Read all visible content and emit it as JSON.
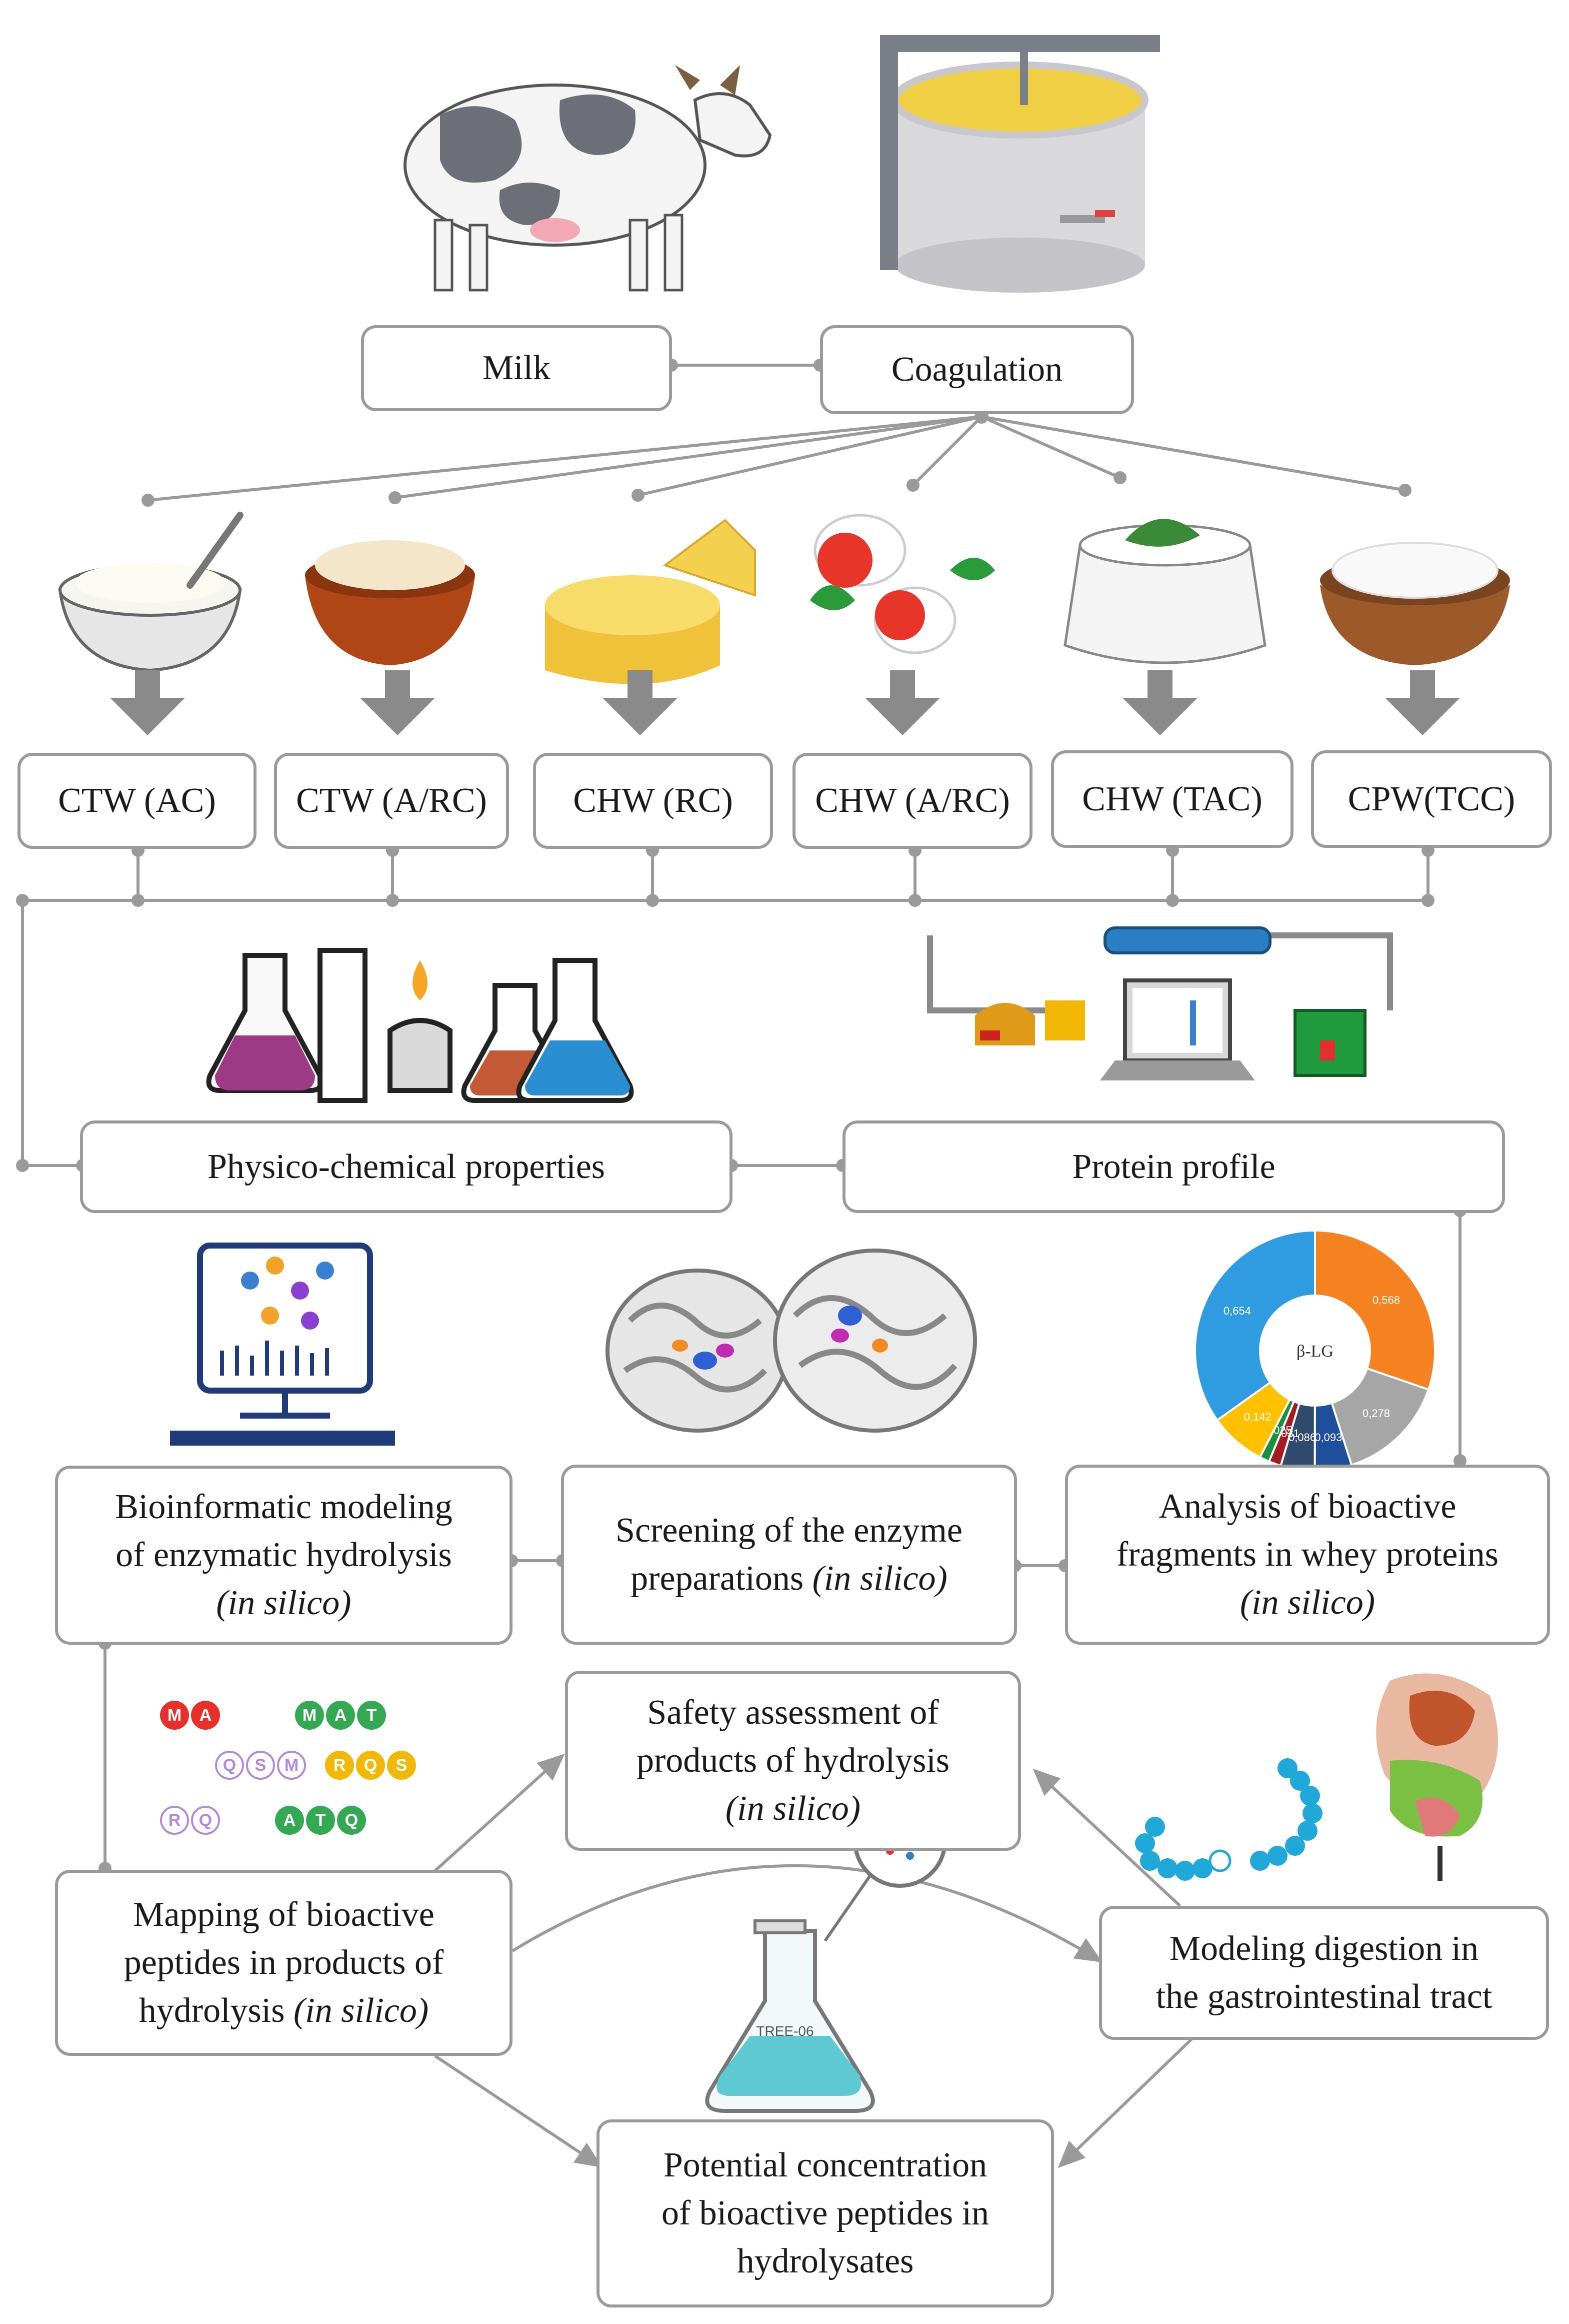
{
  "nodes": {
    "milk": "Milk",
    "coagulation": "Coagulation",
    "ctw_ac": "CTW (AC)",
    "ctw_arc": "CTW (A/RC)",
    "chw_rc": "CHW (RC)",
    "chw_arc": "CHW (A/RC)",
    "chw_tac": "CHW (TAC)",
    "cpw_tcc": "CPW(TCC)",
    "physico": "Physico-chemical properties",
    "protein_profile": "Protein profile",
    "bioinformatic": {
      "l1": "Bioinformatic modeling",
      "l2": "of enzymatic hydrolysis",
      "l3": "(in silico)"
    },
    "screening": {
      "l1": "Screening of the enzyme",
      "l2a": "preparations ",
      "l2b": "(in silico)"
    },
    "analysis": {
      "l1": "Analysis of bioactive",
      "l2": "fragments in whey proteins",
      "l3": "(in silico)"
    },
    "safety": {
      "l1": "Safety assessment of",
      "l2": "products of hydrolysis",
      "l3": "(in silico)"
    },
    "mapping": {
      "l1": "Mapping of bioactive",
      "l2": "peptides in products of",
      "l3a": "hydrolysis ",
      "l3b": "(in silico)"
    },
    "modeling_digestion": {
      "l1": "Modeling digestion in",
      "l2": "the gastrointestinal tract"
    },
    "potential": {
      "l1": "Potential concentration",
      "l2": "of bioactive peptides in",
      "l3": "hydrolysates"
    }
  },
  "donut": {
    "center_label": "β-LG",
    "segments": [
      {
        "label": "0,568",
        "value": 0.568,
        "color": "#f58220"
      },
      {
        "label": "0,278",
        "value": 0.278,
        "color": "#a6a6a6"
      },
      {
        "label": "0,093",
        "value": 0.093,
        "color": "#1f4e9c"
      },
      {
        "label": "0,086",
        "value": 0.086,
        "color": "#2f4a6d"
      },
      {
        "label": "0,031",
        "value": 0.031,
        "color": "#a11d21"
      },
      {
        "label": "0,025",
        "value": 0.025,
        "color": "#1a8f3c"
      },
      {
        "label": "0,142",
        "value": 0.142,
        "color": "#ffc000"
      },
      {
        "label": "0,654",
        "value": 0.654,
        "color": "#2f9be0"
      }
    ]
  },
  "peptides": [
    {
      "letters": [
        "M",
        "A"
      ],
      "color": "#e8302a",
      "style": "fill"
    },
    {
      "letters": [
        "M",
        "A",
        "T"
      ],
      "color": "#34a853",
      "style": "fill"
    },
    {
      "letters": [
        "Q",
        "S",
        "M"
      ],
      "color": "#b48ad8",
      "style": "outline"
    },
    {
      "letters": [
        "R",
        "Q",
        "S"
      ],
      "color": "#f2b807",
      "style": "fill"
    },
    {
      "letters": [
        "R",
        "Q"
      ],
      "color": "#b48ad8",
      "style": "outline"
    },
    {
      "letters": [
        "A",
        "T",
        "Q"
      ],
      "color": "#34a853",
      "style": "fill"
    }
  ],
  "flask_label": "TREE-06",
  "colors": {
    "box_border": "#9a9a9a",
    "connector": "#9a9a9a",
    "arrow": "#8a8a8a"
  }
}
